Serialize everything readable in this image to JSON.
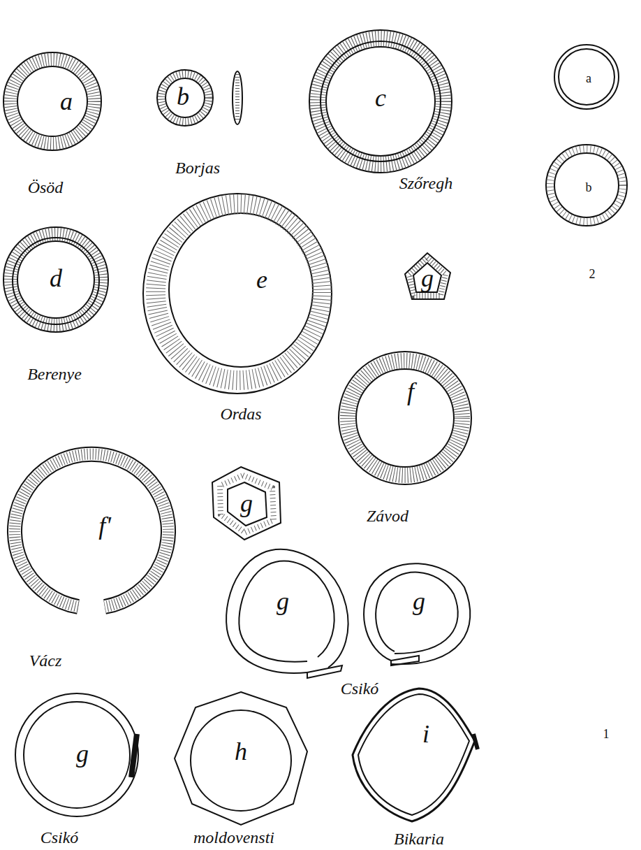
{
  "diagram": {
    "labels": [
      "a",
      "Ösöd",
      "b",
      "Borjas",
      "c",
      "Szőregh",
      "a",
      "b",
      "2",
      "d",
      "Berenye",
      "e",
      "Ordas",
      "g",
      "f",
      "Závod",
      "f'",
      "Vácz",
      "g",
      "g",
      "g",
      "Csikó",
      "g",
      "Csikó",
      "h",
      "moldovensti",
      "i",
      "Bikaria",
      "1"
    ]
  }
}
